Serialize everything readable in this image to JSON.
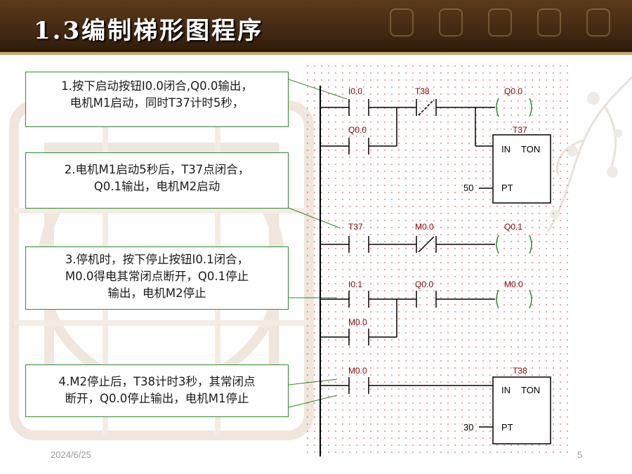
{
  "slide": {
    "title": "1.3编制梯形图程序",
    "date": "2024/6/25",
    "page_number": "5"
  },
  "callouts": [
    {
      "lines": [
        "1.按下启动按钮I0.0闭合,Q0.0输出，",
        "电机M1启动，同时T37计时5秒，"
      ]
    },
    {
      "lines": [
        "2.电机M1启动5秒后，T37点闭合，",
        "Q0.1输出，电机M2启动"
      ]
    },
    {
      "lines": [
        "3.停机时，按下停止按钮I0.1闭合，",
        "M0.0得电其常闭点断开，Q0.1停止",
        "输出，电机M2停止"
      ]
    },
    {
      "lines": [
        "4.M2停止后，T38计时3秒，其常闭点",
        "断开，Q0.0停止输出，电机M1停止"
      ]
    }
  ],
  "ladder": {
    "contacts": [
      "I0.0",
      "T38",
      "Q0.0",
      "T37",
      "M0.0",
      "I0.1",
      "Q0.0",
      "M0.0",
      "M0.0"
    ],
    "coils": [
      "Q0.0",
      "Q0.1",
      "M0.0"
    ],
    "timers": [
      {
        "name": "T37",
        "in": "IN",
        "type": "TON",
        "pt_label": "PT",
        "preset": "50"
      },
      {
        "name": "T38",
        "in": "IN",
        "type": "TON",
        "pt_label": "PT",
        "preset": "30"
      }
    ]
  },
  "colors": {
    "header": "#4a2e14",
    "band": "#c8a468",
    "callout_border": "#2e8b2e",
    "ladder_line": "#000000",
    "ladder_label": "#8b0000",
    "grid_dot": "#e06060"
  }
}
